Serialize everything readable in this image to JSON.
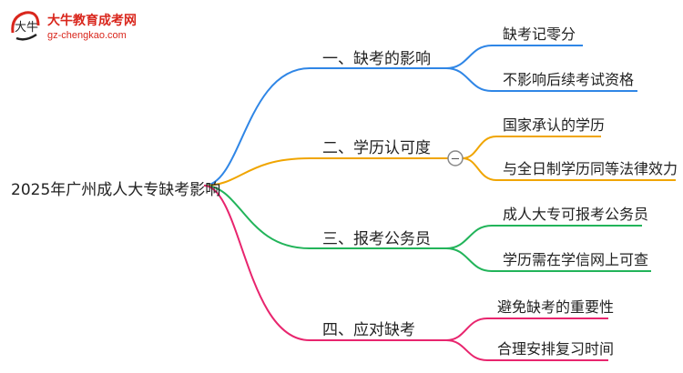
{
  "logo": {
    "mark_text": "大牛",
    "title": "大牛教育成考网",
    "url": "gz-chengkao.com"
  },
  "root": "2025年广州成人大专缺考影响",
  "branches": [
    {
      "label": "一、缺考的影响",
      "color": "#2f86e6",
      "leaves": [
        "缺考记零分",
        "不影响后续考试资格"
      ]
    },
    {
      "label": "二、学历认可度",
      "color": "#f0a500",
      "collapse_symbol": "−",
      "leaves": [
        "国家承认的学历",
        "与全日制学历同等法律效力"
      ]
    },
    {
      "label": "三、报考公务员",
      "color": "#22b45a",
      "leaves": [
        "成人大专可报考公务员",
        "学历需在学信网上可查"
      ]
    },
    {
      "label": "四、应对缺考",
      "color": "#e8256e",
      "leaves": [
        "避免缺考的重要性",
        "合理安排复习时间"
      ]
    }
  ]
}
